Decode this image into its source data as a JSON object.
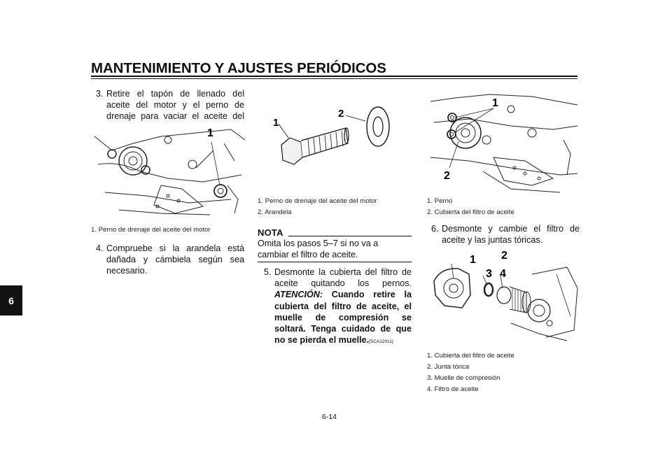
{
  "header": {
    "title": "MANTENIMIENTO Y AJUSTES PERIÓDICOS"
  },
  "chapter_tab": "6",
  "col1": {
    "step3": {
      "num": "3.",
      "text": "Retire el tapón de llenado del aceite del motor y el perno de drenaje para vaciar el aceite del cárter."
    },
    "fig1": {
      "callout_1": "1"
    },
    "captions": [
      "1.  Perno de drenaje del aceite del motor"
    ],
    "step4": {
      "num": "4.",
      "text": "Compruebe si la arandela está daña­da y cámbiela según sea necesario."
    }
  },
  "col2": {
    "fig2": {
      "callout_1": "1",
      "callout_2": "2"
    },
    "captions": [
      "1.  Perno de drenaje del aceite del motor",
      "2.  Arandela"
    ],
    "nota": {
      "heading": "NOTA",
      "text": "Omita los pasos 5–7 si no va a cambiar el filtro de aceite."
    },
    "step5": {
      "num": "5.",
      "text": "Desmonte la cubierta del filtro de acei­te quitando los pernos.",
      "warn_label": "ATENCIÓN:",
      "warn_text": "Cuando retire la cubierta del filtro de aceite, el muelle de compresión se soltará. Tenga cuidado de que no se pierda el muelle.",
      "code": "[SCA12911]"
    }
  },
  "col3": {
    "fig3": {
      "callout_1": "1",
      "callout_2": "2"
    },
    "captions": [
      "1.  Perno",
      "2.  Cubierta del filtro de aceite"
    ],
    "step6": {
      "num": "6.",
      "text": "Desmonte y cambie el filtro de aceite y las juntas tóricas."
    },
    "fig4": {
      "callout_1": "1",
      "callout_2": "2",
      "callout_3": "3",
      "callout_4": "4"
    },
    "captions2": [
      "1.  Cubierta del filtro de aceite",
      "2.  Junta tórica",
      "3.  Muelle de compresión",
      "4.  Filtro de aceite"
    ]
  },
  "footer": {
    "page": "6-14"
  }
}
